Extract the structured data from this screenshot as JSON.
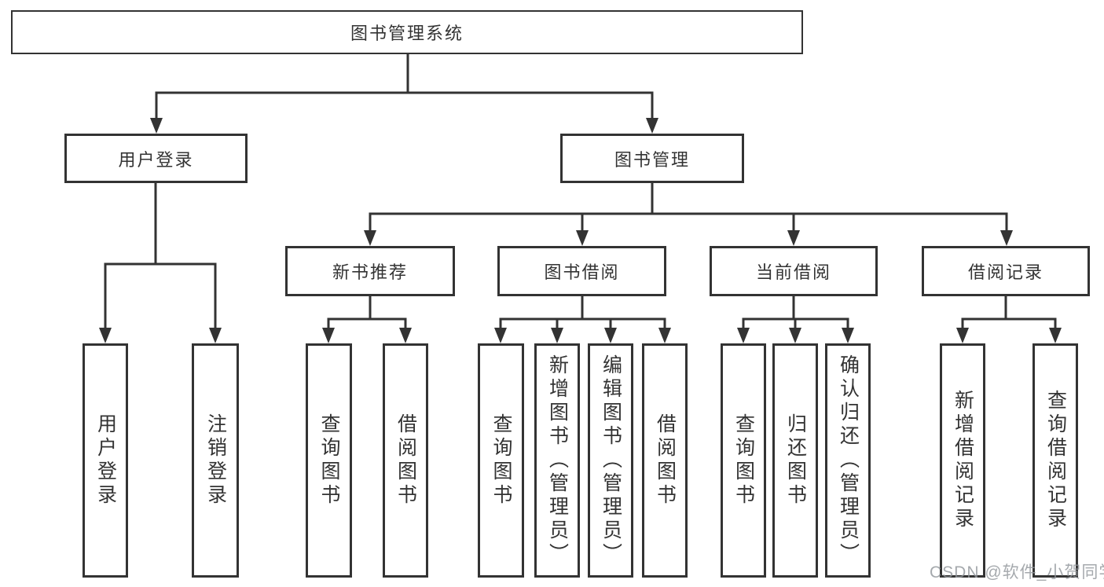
{
  "tree": {
    "root": "图书管理系统",
    "branches": [
      {
        "label": "用户登录",
        "children": [
          {
            "label": "用户登录"
          },
          {
            "label": "注销登录"
          }
        ]
      },
      {
        "label": "图书管理",
        "groups": [
          {
            "label": "新书推荐",
            "children": [
              {
                "label": "查询图书"
              },
              {
                "label": "借阅图书"
              }
            ]
          },
          {
            "label": "图书借阅",
            "children": [
              {
                "label": "查询图书"
              },
              {
                "label": "新增图书（管理员）"
              },
              {
                "label": "编辑图书（管理员）"
              },
              {
                "label": "借阅图书"
              }
            ]
          },
          {
            "label": "当前借阅",
            "children": [
              {
                "label": "查询图书"
              },
              {
                "label": "归还图书"
              },
              {
                "label": "确认归还（管理员）"
              }
            ]
          },
          {
            "label": "借阅记录",
            "children": [
              {
                "label": "新增借阅记录"
              },
              {
                "label": "查询借阅记录"
              }
            ]
          }
        ]
      }
    ]
  },
  "watermark": "CSDN @软件_小贺同学",
  "colors": {
    "line": "#333333",
    "text": "#333333",
    "background": "#ffffff",
    "watermark": "#91969b"
  }
}
